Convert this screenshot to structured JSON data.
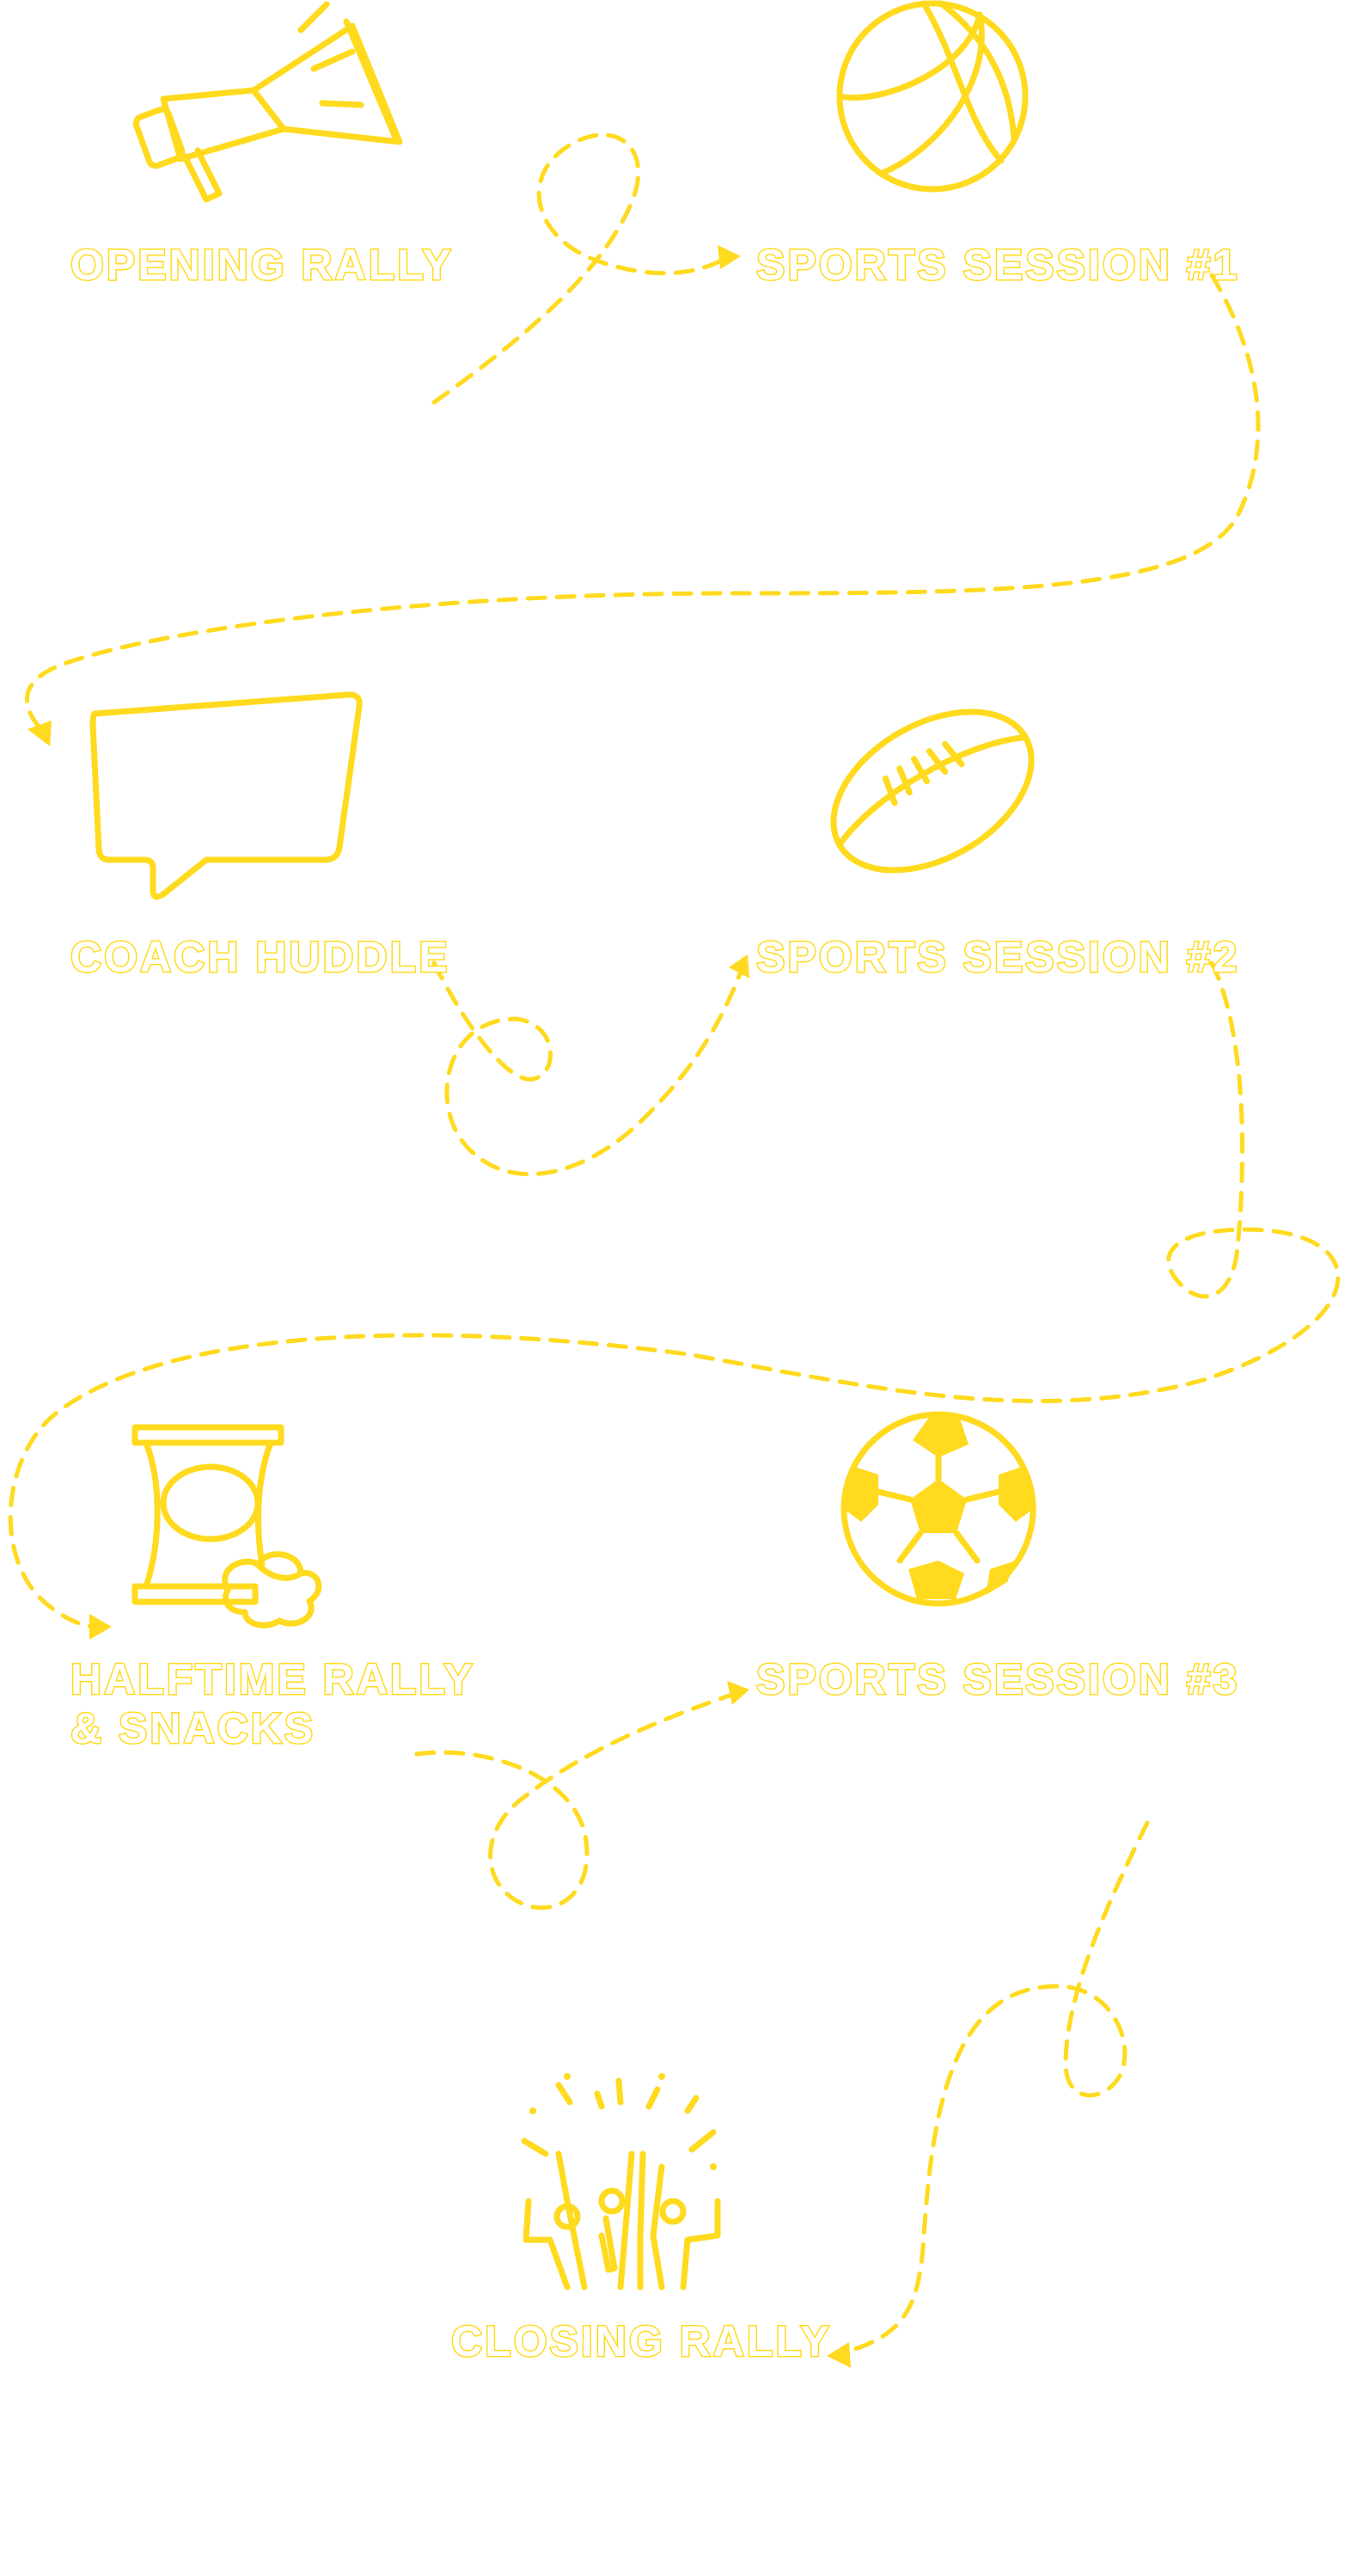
{
  "accent_color": "#FFDA1E",
  "steps": [
    {
      "label": "OPENING RALLY",
      "icon": "megaphone-icon"
    },
    {
      "label": "SPORTS SESSION #1",
      "icon": "basketball-icon"
    },
    {
      "label": "COACH HUDDLE",
      "icon": "speech-bubble-icon"
    },
    {
      "label": "SPORTS SESSION #2",
      "icon": "football-icon"
    },
    {
      "label_line1": "HALFTIME RALLY",
      "label_line2": "& SNACKS",
      "icon": "chips-bag-icon"
    },
    {
      "label": "SPORTS SESSION #3",
      "icon": "soccer-ball-icon"
    },
    {
      "label": "CLOSING RALLY",
      "icon": "cheering-crowd-icon"
    }
  ]
}
